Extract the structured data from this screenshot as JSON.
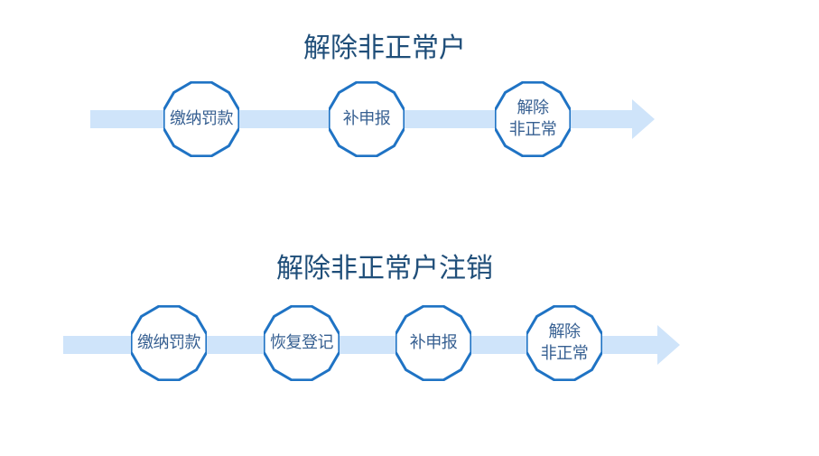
{
  "colors": {
    "title": "#1f4e79",
    "arrow_fill": "#cfe4fa",
    "step_border": "#1f73c4",
    "step_fill": "#ffffff",
    "step_text": "#365f91"
  },
  "flows": [
    {
      "title": "解除非正常户",
      "steps": [
        {
          "label": "缴纳罚款"
        },
        {
          "label": "补申报"
        },
        {
          "label": "解除\n非正常"
        }
      ]
    },
    {
      "title": "解除非正常户注销",
      "steps": [
        {
          "label": "缴纳罚款"
        },
        {
          "label": "恢复登记"
        },
        {
          "label": "补申报"
        },
        {
          "label": "解除\n非正常"
        }
      ]
    }
  ]
}
